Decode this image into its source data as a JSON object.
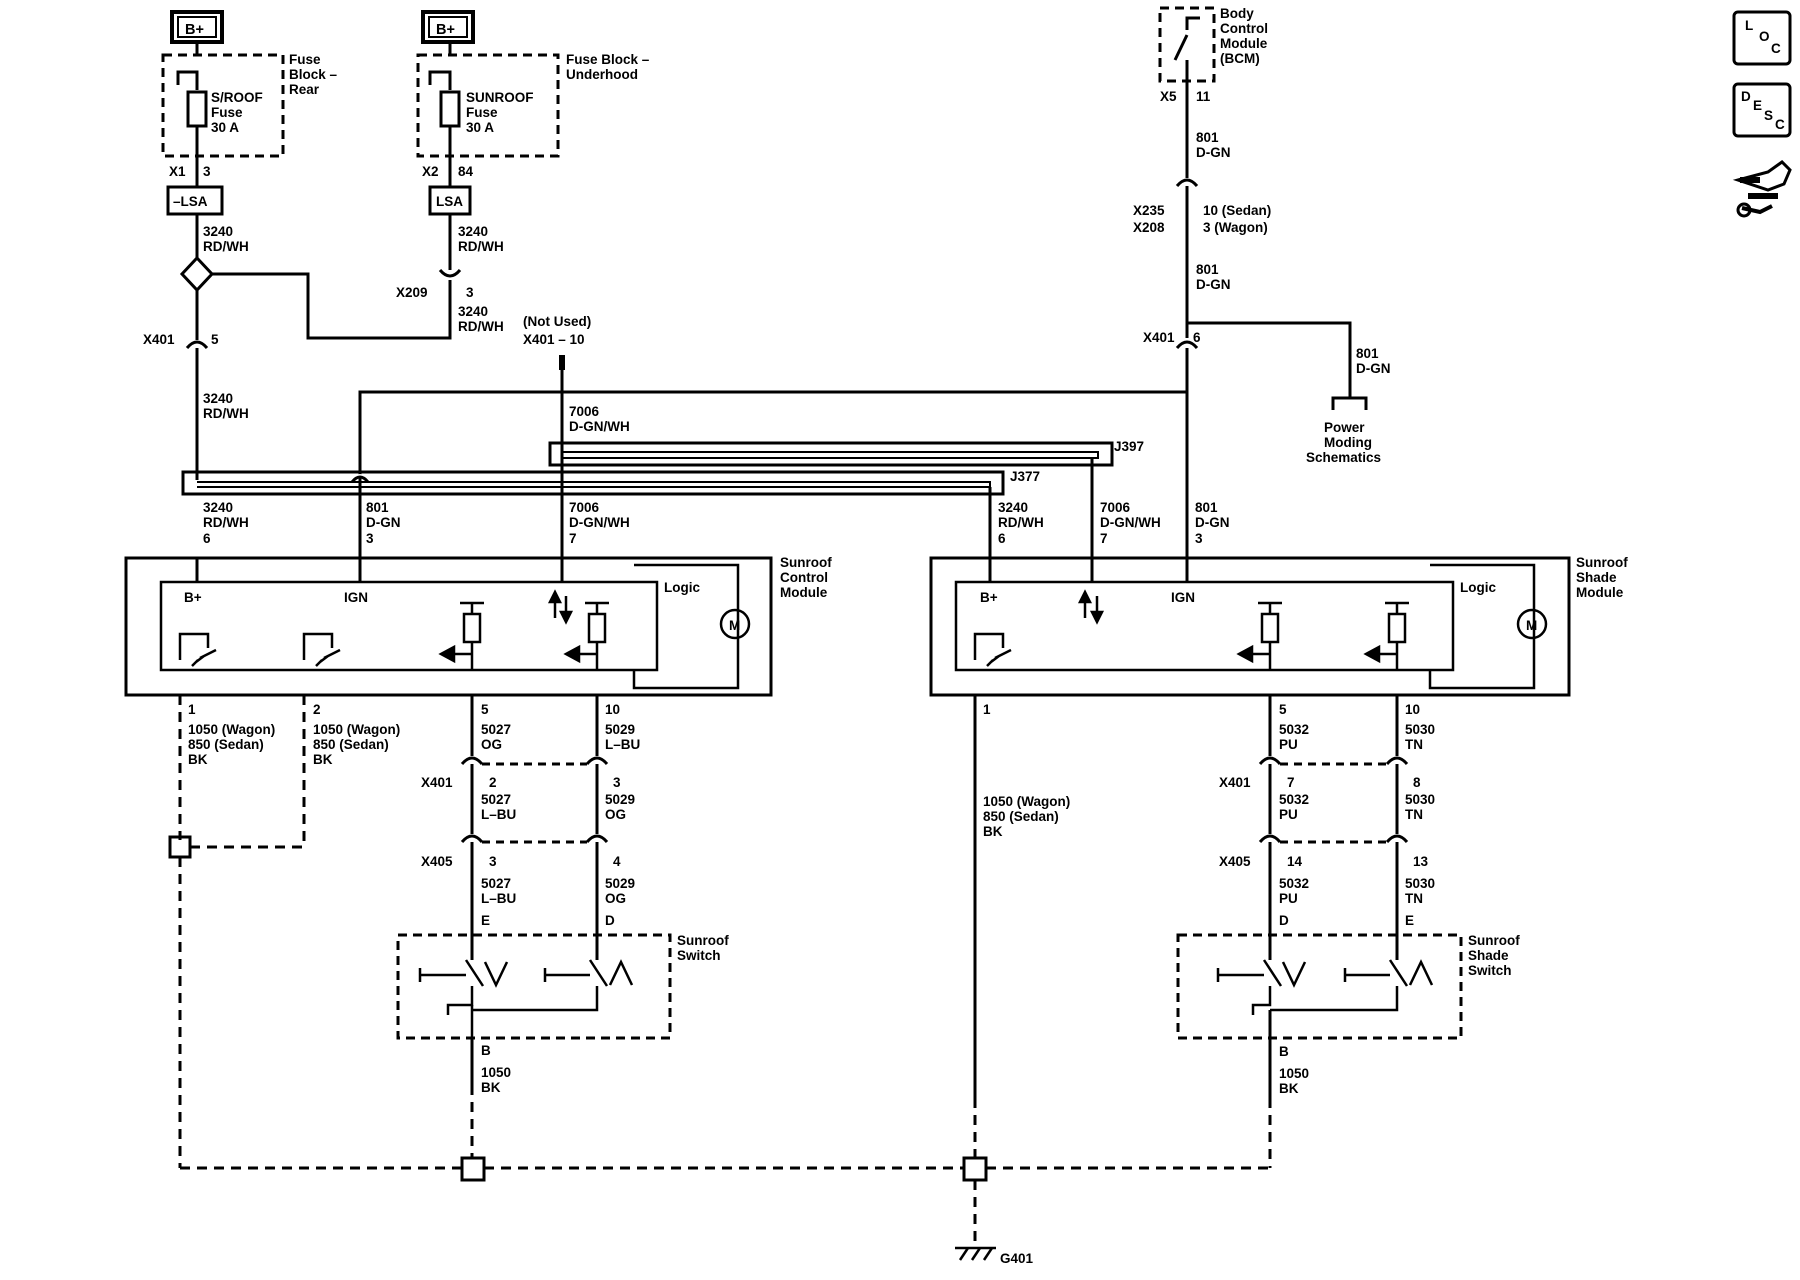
{
  "power": {
    "bplus": "B+"
  },
  "fuse_rear": {
    "block_label": [
      "Fuse",
      "Block –",
      "Rear"
    ],
    "fuse_label": [
      "S/ROOF",
      "Fuse",
      "30 A"
    ],
    "connector": "X1",
    "pin": "3",
    "lsa": "–LSA"
  },
  "fuse_underhood": {
    "block_label": [
      "Fuse Block –",
      "Underhood"
    ],
    "fuse_label": [
      "SUNROOF",
      "Fuse",
      "30 A"
    ],
    "connector": "X2",
    "pin": "84",
    "lsa": "LSA"
  },
  "bcm": {
    "label": [
      "Body",
      "Control",
      "Module",
      "(BCM)"
    ],
    "connector": "X5",
    "pin": "11"
  },
  "bcm_wire": {
    "circ1": [
      "801",
      "D-GN"
    ],
    "x235": "X235",
    "x208": "X208",
    "x235_pins": [
      "10 (Sedan)",
      "3 (Wagon)"
    ],
    "circ2": [
      "801",
      "D-GN"
    ],
    "x401": "X401",
    "x401_pin": "6",
    "branch": [
      "801",
      "D-GN"
    ],
    "power_moding": [
      "Power",
      "Moding",
      "Schematics"
    ]
  },
  "left_feed": {
    "circ_a": [
      "3240",
      "RD/WH"
    ],
    "circ_b": [
      "3240",
      "RD/WH"
    ],
    "x209": "X209",
    "x209_pin": "3",
    "circ_c": [
      "3240",
      "RD/WH"
    ],
    "x401": "X401",
    "x401_pin": "5",
    "circ_d": [
      "3240",
      "RD/WH"
    ],
    "not_used": [
      "(Not Used)",
      "X401 – 10"
    ],
    "circ_7006": [
      "7006",
      "D-GN/WH"
    ]
  },
  "splices": {
    "j397": "J397",
    "j377": "J377"
  },
  "scm": {
    "title": [
      "Sunroof",
      "Control",
      "Module"
    ],
    "pins_top": [
      {
        "circ": "3240",
        "color": "RD/WH",
        "pin": "6"
      },
      {
        "circ": "801",
        "color": "D-GN",
        "pin": "3"
      },
      {
        "circ": "7006",
        "color": "D-GN/WH",
        "pin": "7"
      }
    ],
    "bplus": "B+",
    "ign": "IGN",
    "logic": "Logic",
    "motor": "M",
    "bottom": [
      {
        "pin": "1",
        "lines": [
          "1050 (Wagon)",
          "850 (Sedan)",
          "BK"
        ]
      },
      {
        "pin": "2",
        "lines": [
          "1050 (Wagon)",
          "850 (Sedan)",
          "BK"
        ]
      },
      {
        "pin": "5",
        "lines": [
          "5027",
          "OG"
        ]
      },
      {
        "pin": "10",
        "lines": [
          "5029",
          "L–BU"
        ]
      }
    ],
    "x401": "X401",
    "x401_pins": [
      {
        "pin": "2",
        "lines": [
          "5027",
          "L–BU"
        ]
      },
      {
        "pin": "3",
        "lines": [
          "5029",
          "OG"
        ]
      }
    ],
    "x405": "X405",
    "x405_pins": [
      {
        "pin": "3",
        "lines": [
          "5027",
          "L–BU",
          "E"
        ]
      },
      {
        "pin": "4",
        "lines": [
          "5029",
          "OG",
          "D"
        ]
      }
    ],
    "switch": [
      "Sunroof",
      "Switch"
    ],
    "switch_out": [
      "B",
      "1050",
      "BK"
    ]
  },
  "ssm": {
    "title": [
      "Sunroof",
      "Shade",
      "Module"
    ],
    "pins_top": [
      {
        "circ": "3240",
        "color": "RD/WH",
        "pin": "6"
      },
      {
        "circ": "7006",
        "color": "D-GN/WH",
        "pin": "7"
      },
      {
        "circ": "801",
        "color": "D-GN",
        "pin": "3"
      }
    ],
    "bplus": "B+",
    "ign": "IGN",
    "logic": "Logic",
    "motor": "M",
    "bottom_gnd": {
      "pin": "1",
      "lines": [
        "1050 (Wagon)",
        "850 (Sedan)",
        "BK"
      ]
    },
    "bottom": [
      {
        "pin": "5",
        "lines": [
          "5032",
          "PU"
        ]
      },
      {
        "pin": "10",
        "lines": [
          "5030",
          "TN"
        ]
      }
    ],
    "x401": "X401",
    "x401_pins": [
      {
        "pin": "7",
        "lines": [
          "5032",
          "PU"
        ]
      },
      {
        "pin": "8",
        "lines": [
          "5030",
          "TN"
        ]
      }
    ],
    "x405": "X405",
    "x405_pins": [
      {
        "pin": "14",
        "lines": [
          "5032",
          "PU",
          "D"
        ]
      },
      {
        "pin": "13",
        "lines": [
          "5030",
          "TN",
          "E"
        ]
      }
    ],
    "switch": [
      "Sunroof",
      "Shade",
      "Switch"
    ],
    "switch_out": [
      "B",
      "1050",
      "BK"
    ]
  },
  "ground": {
    "label": "G401"
  },
  "nav": {
    "loc": [
      "L",
      "O",
      "C"
    ],
    "desc": [
      "D",
      "E",
      "S",
      "C"
    ]
  },
  "colors": {
    "ink": "#000000",
    "bg": "#ffffff"
  }
}
